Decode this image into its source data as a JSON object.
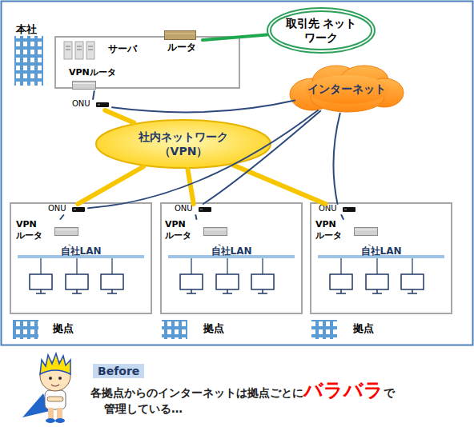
{
  "diagram": {
    "nodes": [
      {
        "text": [
          "本社"
        ]
      },
      {
        "text": [
          "サーバ"
        ],
        "in": 0
      },
      {
        "text": [
          "ルータ"
        ],
        "in": 0
      },
      {
        "text": [
          "VPNルータ"
        ],
        "in": 0
      },
      {
        "text": [
          "ONU"
        ]
      },
      {
        "text": [
          "取引先 ネットワーク"
        ]
      },
      {
        "text": [
          "インターネット"
        ]
      },
      {
        "text": [
          "社内ネットワーク （VPN）"
        ]
      },
      {
        "text": [
          "拠点"
        ]
      },
      {
        "text": [
          "ONU"
        ],
        "in": 8
      },
      {
        "text": [
          "VPN ルータ"
        ],
        "in": 8
      },
      {
        "text": [
          "自社LAN"
        ],
        "in": 8
      },
      {
        "text": [
          "拠点"
        ]
      },
      {
        "text": [
          "ONU"
        ],
        "in": 12
      },
      {
        "text": [
          "VPN ルータ"
        ],
        "in": 12
      },
      {
        "text": [
          "自社LAN"
        ],
        "in": 12
      },
      {
        "text": [
          "拠点"
        ]
      },
      {
        "text": [
          "ONU"
        ],
        "in": 16
      },
      {
        "text": [
          "VPN ルータ"
        ],
        "in": 16
      },
      {
        "text": [
          "自社LAN"
        ],
        "in": 16
      }
    ],
    "edges": [
      {
        "from": 2,
        "to": 5,
        "arrow": "none"
      },
      {
        "from": 3,
        "to": 4,
        "arrow": "none"
      },
      {
        "from": 4,
        "to": 7,
        "arrow": "none"
      },
      {
        "from": 4,
        "to": 6,
        "arrow": "none"
      },
      {
        "from": 7,
        "to": 9,
        "arrow": "none"
      },
      {
        "from": 7,
        "to": 13,
        "arrow": "none"
      },
      {
        "from": 7,
        "to": 17,
        "arrow": "none"
      },
      {
        "from": 6,
        "to": 9,
        "arrow": "none"
      },
      {
        "from": 6,
        "to": 13,
        "arrow": "none"
      },
      {
        "from": 6,
        "to": 17,
        "arrow": "none"
      },
      {
        "from": 9,
        "to": 10,
        "arrow": "none"
      },
      {
        "from": 13,
        "to": 14,
        "arrow": "none"
      },
      {
        "from": 17,
        "to": 18,
        "arrow": "none"
      },
      {
        "from": 10,
        "to": 11,
        "arrow": "none"
      },
      {
        "from": 14,
        "to": 15,
        "arrow": "none"
      },
      {
        "from": 18,
        "to": 19,
        "arrow": "none"
      }
    ],
    "labels": [
      "Before",
      "各拠点からのインターネットは拠点ごとに",
      "バラバラ",
      "で",
      "管理している…"
    ]
  }
}
